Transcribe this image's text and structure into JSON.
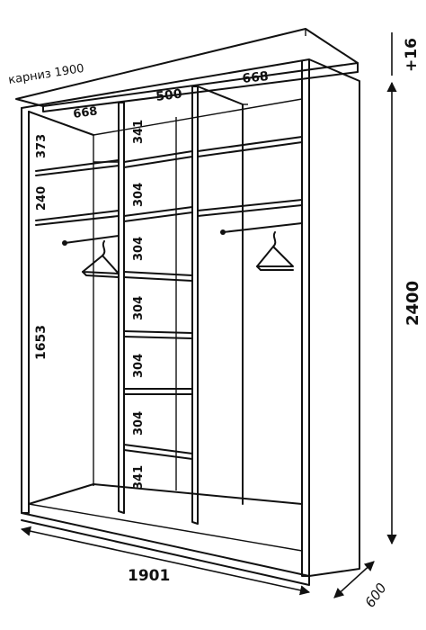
{
  "cornice_label": "карниз 1900",
  "dimensions": {
    "overall_width": "1901",
    "overall_height": "2400",
    "top_extra": "+16",
    "depth": "600"
  },
  "section_widths": {
    "left": "668",
    "middle": "500",
    "right": "668"
  },
  "left_section_heights": [
    "373",
    "240",
    "1653"
  ],
  "middle_section_heights": [
    "341",
    "304",
    "304",
    "304",
    "304",
    "304",
    "341"
  ]
}
